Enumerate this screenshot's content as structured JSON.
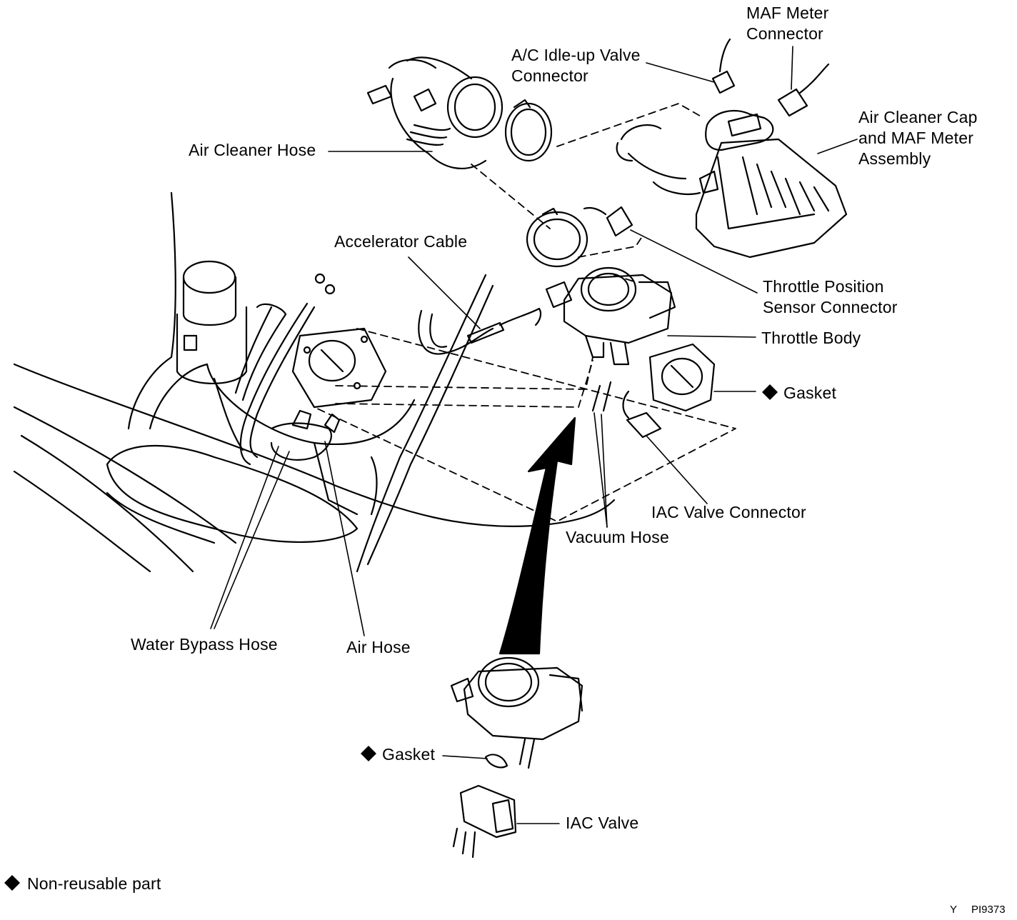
{
  "labels": {
    "maf_meter_connector": [
      "MAF Meter",
      "Connector"
    ],
    "ac_idle_up_valve_connector": [
      "A/C Idle-up Valve",
      "Connector"
    ],
    "air_cleaner_cap_maf": [
      "Air Cleaner Cap",
      "and MAF Meter",
      "Assembly"
    ],
    "air_cleaner_hose": "Air Cleaner Hose",
    "accelerator_cable": "Accelerator Cable",
    "throttle_position_sensor_connector": [
      "Throttle Position",
      "Sensor Connector"
    ],
    "throttle_body": "Throttle Body",
    "gasket_upper": "Gasket",
    "iac_valve_connector": "IAC Valve Connector",
    "vacuum_hose": "Vacuum Hose",
    "water_bypass_hose": "Water Bypass Hose",
    "air_hose": "Air Hose",
    "gasket_lower": "Gasket",
    "iac_valve": "IAC Valve",
    "legend": "Non-reusable part",
    "footer_code_letter": "Y",
    "footer_code": "PI9373"
  },
  "symbols": {
    "non_reusable": "◆"
  }
}
